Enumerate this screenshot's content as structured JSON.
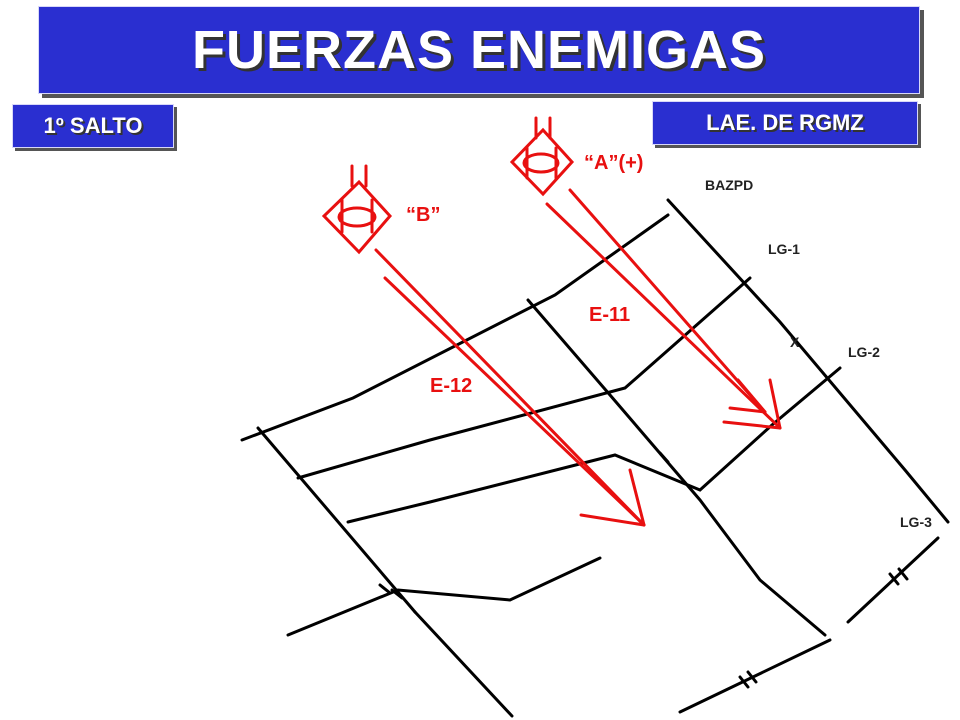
{
  "header": {
    "title": "FUERZAS ENEMIGAS"
  },
  "tags": {
    "left": "1º SALTO",
    "right": "LAE. DE RGMZ"
  },
  "labels": {
    "bazpd": "BAZPD",
    "lg1": "LG-1",
    "lg2": "LG-2",
    "lg3": "LG-3",
    "x_mark": "X",
    "unit_a": "“A”(+)",
    "unit_b": "“B”",
    "e11": "E-11",
    "e12": "E-12"
  },
  "colors": {
    "title_bg": "#2a2fd0",
    "enemy_red": "#e81010",
    "lines": "#000000"
  },
  "icons": {
    "unit_symbol": "mechanized-unit-symbol",
    "arrow": "attack-arrow-icon"
  }
}
